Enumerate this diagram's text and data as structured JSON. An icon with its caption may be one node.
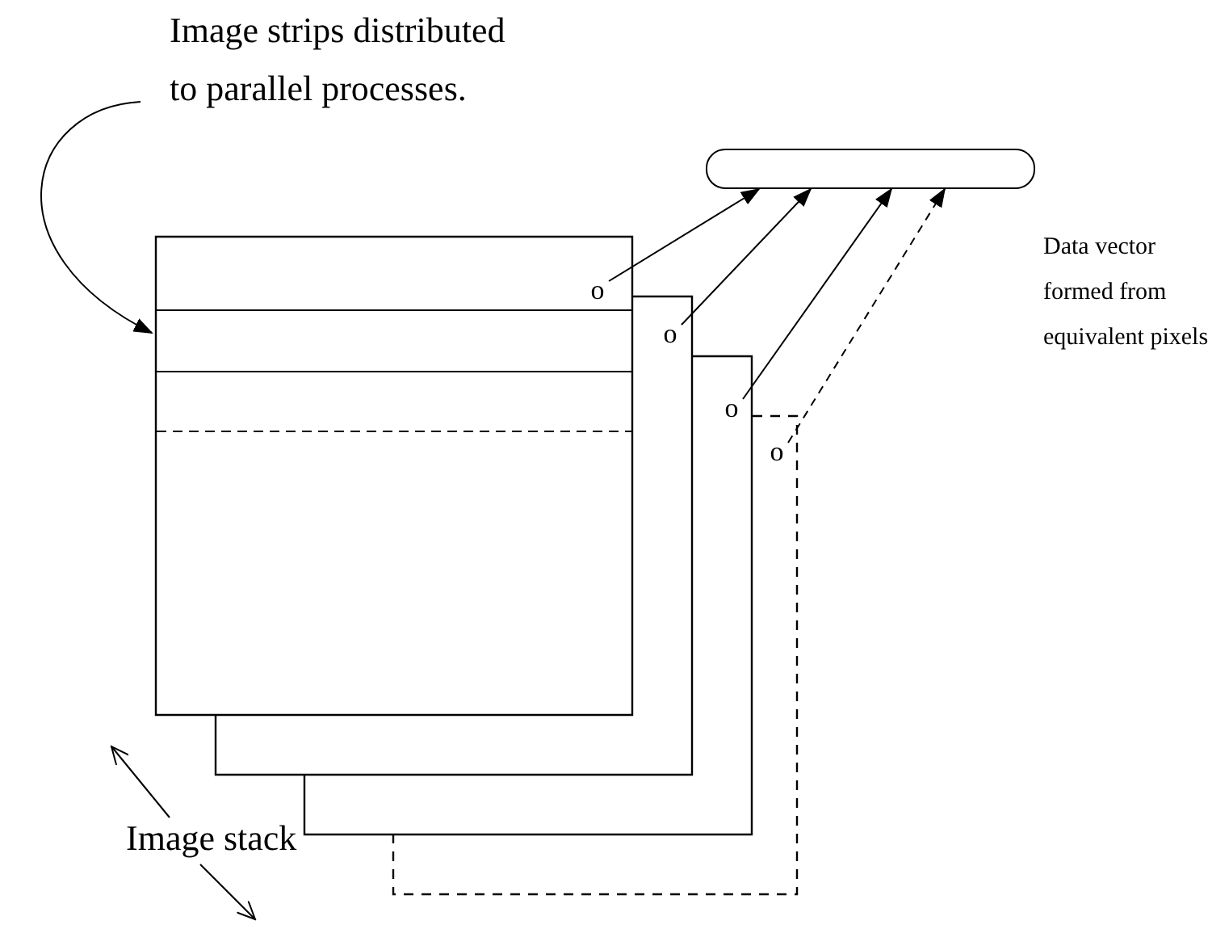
{
  "diagram": {
    "nodes": [
      {
        "text": [
          "Image strips distributed to parallel processes."
        ]
      },
      {
        "text": [],
        "shape": "box"
      },
      {
        "text": [
          "o"
        ],
        "in": 1
      },
      {
        "text": [],
        "shape": "box"
      },
      {
        "text": [
          "o"
        ],
        "in": 3
      },
      {
        "text": [],
        "shape": "box"
      },
      {
        "text": [
          "o"
        ],
        "in": 5
      },
      {
        "text": [],
        "shape": "box"
      },
      {
        "text": [
          "o"
        ],
        "in": 7
      },
      {
        "text": [],
        "shape": "bar",
        "beside": [
          "Data vector formed from equivalent pixels"
        ]
      }
    ],
    "edges": [
      {
        "from": 0,
        "to": 1,
        "arrow": "to"
      },
      {
        "from": 2,
        "to": 9,
        "arrow": "to"
      },
      {
        "from": 4,
        "to": 9,
        "arrow": "to"
      },
      {
        "from": 6,
        "to": 9,
        "arrow": "to"
      },
      {
        "from": 8,
        "to": 9,
        "arrow": "to",
        "style": "dashed"
      }
    ],
    "labels": [
      "Image stack"
    ]
  }
}
